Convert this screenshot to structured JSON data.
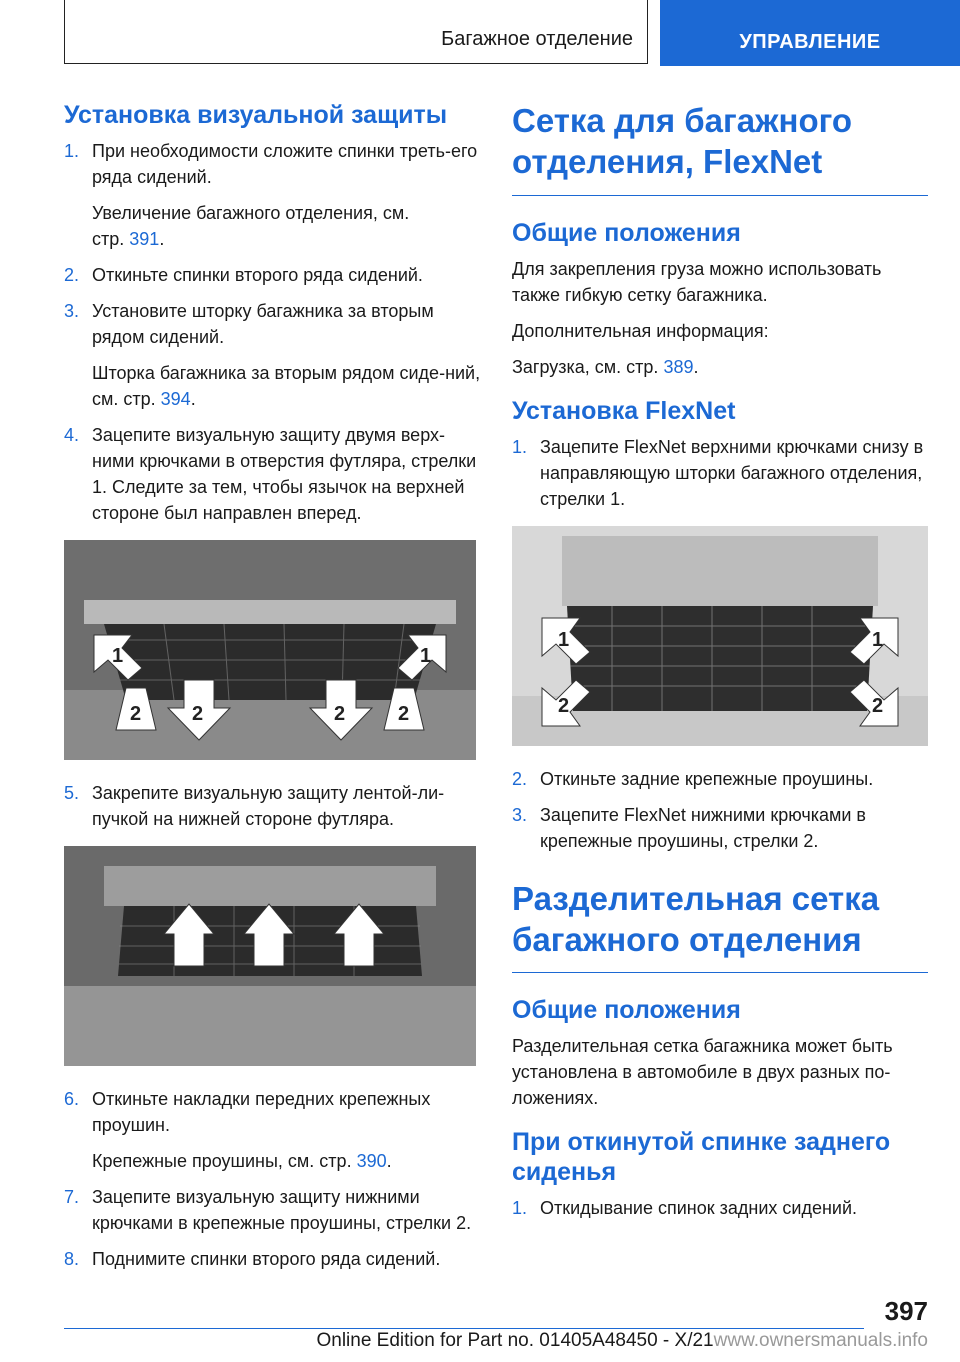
{
  "header": {
    "chapter": "Багажное отделение",
    "section": "УПРАВЛЕНИЕ"
  },
  "left": {
    "heading": "Установка визуальной защиты",
    "steps_a": [
      {
        "n": "1.",
        "text": "При необходимости сложите спинки треть-его ряда сидений.",
        "sub": "Увеличение багажного отделения, см.",
        "sub2": "стр. ",
        "link": "391",
        "tail": "."
      },
      {
        "n": "2.",
        "text": "Откиньте спинки второго ряда сидений."
      },
      {
        "n": "3.",
        "text": "Установите шторку багажника за вторым рядом сидений.",
        "sub": "Шторка багажника за вторым рядом сиде-ний, см. стр. ",
        "link": "394",
        "tail": "."
      },
      {
        "n": "4.",
        "text": "Зацепите визуальную защиту двумя верх-ними крючками в отверстия футляра, стрелки 1. Следите за тем, чтобы язычок на верхней стороне был направлен вперед."
      }
    ],
    "fig1_labels": [
      "1",
      "1",
      "2",
      "2",
      "2",
      "2"
    ],
    "step5": {
      "n": "5.",
      "text": "Закрепите визуальную защиту лентой-ли-пучкой на нижней стороне футляра."
    },
    "steps_b": [
      {
        "n": "6.",
        "text": "Откиньте накладки передних крепежных проушин.",
        "sub": "Крепежные проушины, см. стр. ",
        "link": "390",
        "tail": "."
      },
      {
        "n": "7.",
        "text": "Зацепите визуальную защиту нижними крючками в крепежные проушины, стрелки 2."
      },
      {
        "n": "8.",
        "text": "Поднимите спинки второго ряда сидений."
      }
    ]
  },
  "right": {
    "title1": "Сетка для багажного отделения, FlexNet",
    "general1": "Общие положения",
    "p1": "Для закрепления груза можно использовать также гибкую сетку багажника.",
    "p2": "Дополнительная информация:",
    "p3_pre": "Загрузка, см. стр. ",
    "p3_link": "389",
    "p3_tail": ".",
    "install_heading": "Установка FlexNet",
    "step1": {
      "n": "1.",
      "text": "Зацепите FlexNet верхними крючками снизу в направляющую шторки багажного отделения, стрелки 1."
    },
    "fig3_labels": [
      "1",
      "1",
      "2",
      "2"
    ],
    "step2": {
      "n": "2.",
      "text": "Откиньте задние крепежные проушины."
    },
    "step3": {
      "n": "3.",
      "text": "Зацепите FlexNet нижними крючками в крепежные проушины, стрелки 2."
    },
    "title2": "Разделительная сетка багажного отделения",
    "general2": "Общие положения",
    "p4": "Разделительная сетка багажника может быть установлена в автомобиле в двух разных по-ложениях.",
    "subheading": "При откинутой спинке заднего сиденья",
    "step_r1": {
      "n": "1.",
      "text": "Откидывание спинок задних сидений."
    }
  },
  "footer": {
    "page": "397",
    "edition": "Online Edition for Part no. 01405A48450 - X/21",
    "watermark": "www.ownersmanuals.info"
  }
}
